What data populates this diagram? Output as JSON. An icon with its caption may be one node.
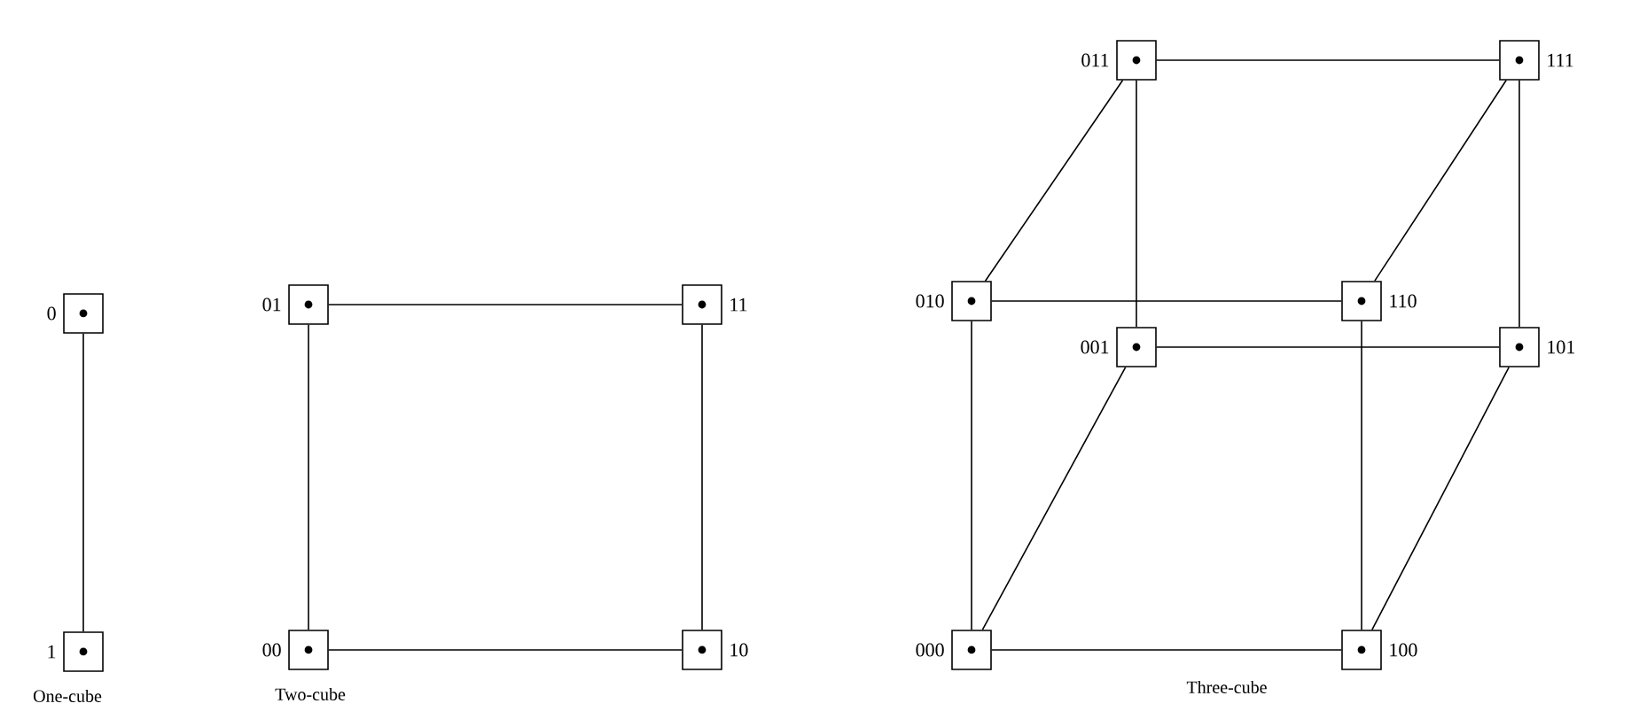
{
  "diagram": {
    "nodes": [
      {
        "text": [],
        "shape": "box",
        "beside": [
          "0"
        ]
      },
      {
        "text": [],
        "shape": "box",
        "beside": [
          "1"
        ]
      },
      {
        "text": [],
        "shape": "box",
        "beside": [
          "01"
        ]
      },
      {
        "text": [],
        "shape": "box",
        "beside": [
          "11"
        ]
      },
      {
        "text": [],
        "shape": "box",
        "beside": [
          "00"
        ]
      },
      {
        "text": [],
        "shape": "box",
        "beside": [
          "10"
        ]
      },
      {
        "text": [],
        "shape": "box",
        "beside": [
          "011"
        ]
      },
      {
        "text": [],
        "shape": "box",
        "beside": [
          "111"
        ]
      },
      {
        "text": [],
        "shape": "box",
        "beside": [
          "010"
        ]
      },
      {
        "text": [],
        "shape": "box",
        "beside": [
          "110"
        ]
      },
      {
        "text": [],
        "shape": "box",
        "beside": [
          "001"
        ]
      },
      {
        "text": [],
        "shape": "box",
        "beside": [
          "101"
        ]
      },
      {
        "text": [],
        "shape": "box",
        "beside": [
          "000"
        ]
      },
      {
        "text": [],
        "shape": "box",
        "beside": [
          "100"
        ]
      }
    ],
    "edges": [
      {
        "from": 0,
        "to": 1,
        "arrow": "none"
      },
      {
        "from": 2,
        "to": 3,
        "arrow": "none"
      },
      {
        "from": 2,
        "to": 4,
        "arrow": "none"
      },
      {
        "from": 3,
        "to": 5,
        "arrow": "none"
      },
      {
        "from": 4,
        "to": 5,
        "arrow": "none"
      },
      {
        "from": 6,
        "to": 7,
        "arrow": "none"
      },
      {
        "from": 6,
        "to": 8,
        "arrow": "none"
      },
      {
        "from": 7,
        "to": 9,
        "arrow": "none"
      },
      {
        "from": 8,
        "to": 9,
        "arrow": "none"
      },
      {
        "from": 6,
        "to": 10,
        "arrow": "none"
      },
      {
        "from": 7,
        "to": 11,
        "arrow": "none"
      },
      {
        "from": 10,
        "to": 11,
        "arrow": "none"
      },
      {
        "from": 8,
        "to": 12,
        "arrow": "none"
      },
      {
        "from": 9,
        "to": 13,
        "arrow": "none"
      },
      {
        "from": 10,
        "to": 12,
        "arrow": "none"
      },
      {
        "from": 11,
        "to": 13,
        "arrow": "none"
      },
      {
        "from": 12,
        "to": 13,
        "arrow": "none"
      }
    ],
    "labels": [
      "One-cube",
      "Two-cube",
      "Three-cube"
    ]
  }
}
